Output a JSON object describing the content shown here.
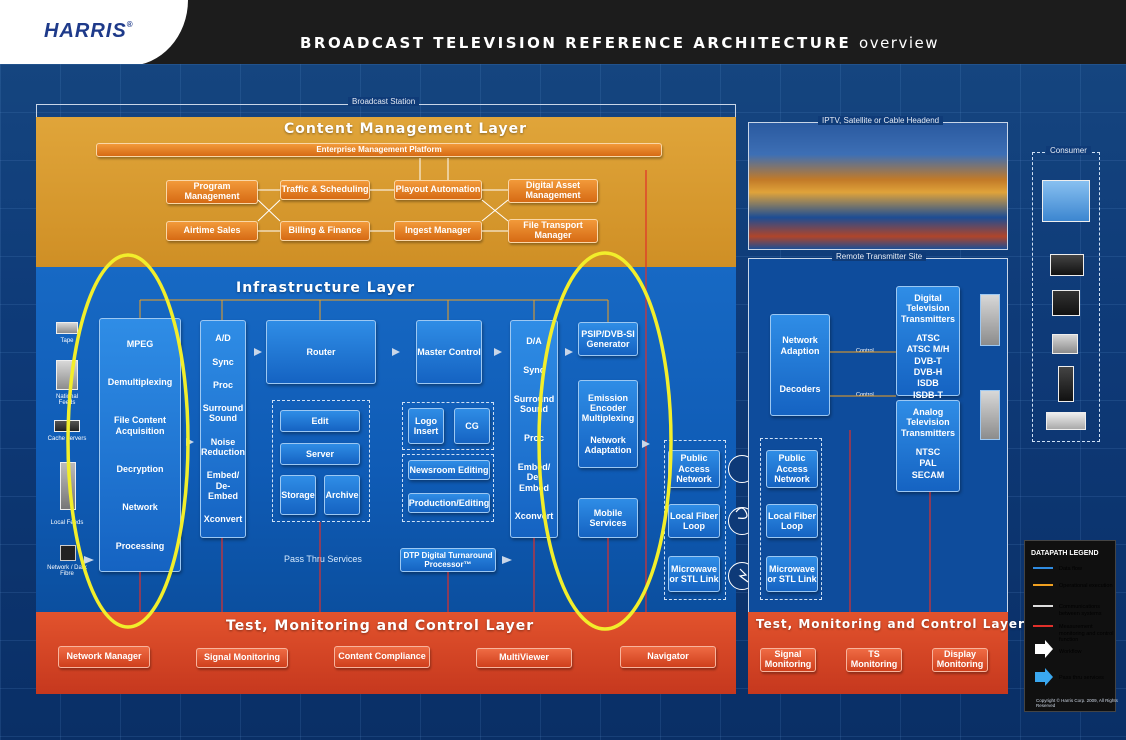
{
  "header": {
    "logo": "HARRIS",
    "title_bold": "BROADCAST TELEVISION REFERENCE ARCHITECTURE",
    "title_thin": "overview"
  },
  "frames": {
    "broadcast_station": "Broadcast Station",
    "iptv": "IPTV, Satellite or Cable Headend",
    "remote": "Remote Transmitter Site",
    "consumer": "Consumer"
  },
  "content_management": {
    "title": "Content Management Layer",
    "enterprise": "Enterprise Management Platform",
    "program_management": "Program Management",
    "traffic_scheduling": "Traffic & Scheduling",
    "playout_automation": "Playout Automation",
    "digital_asset_management": "Digital Asset Management",
    "airtime_sales": "Airtime Sales",
    "billing_finance": "Billing & Finance",
    "ingest_manager": "Ingest Manager",
    "file_transport_manager": "File Transport Manager"
  },
  "infrastructure": {
    "title": "Infrastructure Layer",
    "sources": {
      "tape": "Tape",
      "national_feeds": "National Feeds",
      "cache_servers": "Cache servers",
      "local_feeds": "Local Feeds",
      "network_dark_fibre": "Network / Dark Fibre"
    },
    "ingest_column": [
      "MPEG",
      "Demultiplexing",
      "File Content Acquisition",
      "Decryption",
      "Network",
      "Processing"
    ],
    "processing_column": [
      "A/D",
      "Sync",
      "Proc",
      "Surround Sound",
      "Noise Reduction",
      "Embed/ De-Embed",
      "Xconvert"
    ],
    "router": "Router",
    "master_control": "Master Control",
    "edit": "Edit",
    "server": "Server",
    "storage": "Storage",
    "archive": "Archive",
    "logo_insert": "Logo Insert",
    "cg": "CG",
    "newsroom_editing": "Newsroom Editing",
    "production_editing": "Production/Editing",
    "output_column": [
      "D/A",
      "Sync",
      "Surround Sound",
      "Proc",
      "Embed/ De-Embed",
      "Xconvert"
    ],
    "psip": "PSIP/DVB-SI Generator",
    "emission_encoder": [
      "Emission Encoder Multiplexing",
      "Network Adaptation"
    ],
    "mobile_services": "Mobile Services",
    "pass_thru": "Pass Thru Services",
    "dtp": "DTP Digital Turnaround Processor™",
    "public_access_network": "Public Access Network",
    "local_fiber_loop": "Local Fiber Loop",
    "microwave_stl": "Microwave or STL Link"
  },
  "test_layer": {
    "title": "Test, Monitoring and Control Layer",
    "network_manager": "Network Manager",
    "signal_monitoring": "Signal Monitoring",
    "content_compliance": "Content Compliance",
    "multiviewer": "MultiViewer",
    "navigator": "Navigator"
  },
  "remote_site": {
    "network_adaption": [
      "Network Adaption",
      "Decoders"
    ],
    "control_label": "Control",
    "digital_tx_title": "Digital Television Transmitters",
    "digital_tx_standards": [
      "ATSC",
      "ATSC M/H",
      "DVB-T",
      "DVB-H",
      "ISDB",
      "ISDB-T"
    ],
    "analog_tx_title": "Analog Television Transmitters",
    "analog_tx_standards": [
      "NTSC",
      "PAL",
      "SECAM"
    ],
    "test_title": "Test, Monitoring and Control Layer",
    "signal_monitoring": "Signal Monitoring",
    "ts_monitoring": "TS Monitoring",
    "display_monitoring": "Display Monitoring"
  },
  "legend": {
    "title": "DATAPATH LEGEND",
    "items": [
      {
        "label": "Data flow",
        "color": "#2f8be0"
      },
      {
        "label": "Operational execution",
        "color": "#f0a020"
      },
      {
        "label": "Communications between systems",
        "color": "#dddddd"
      },
      {
        "label": "Measurement monitoring and control function",
        "color": "#e0302a"
      },
      {
        "label": "Workflow",
        "color": "#ffffff"
      },
      {
        "label": "Pass thru services",
        "color": "#3aa8f0"
      }
    ],
    "copyright": "Copyright © Harris Corp. 2009, All Rights Reserved"
  },
  "colors": {
    "content_layer": "#d8962c",
    "infra_layer": "#1463bd",
    "test_layer": "#d5431f",
    "highlight": "#f2ee2b"
  }
}
